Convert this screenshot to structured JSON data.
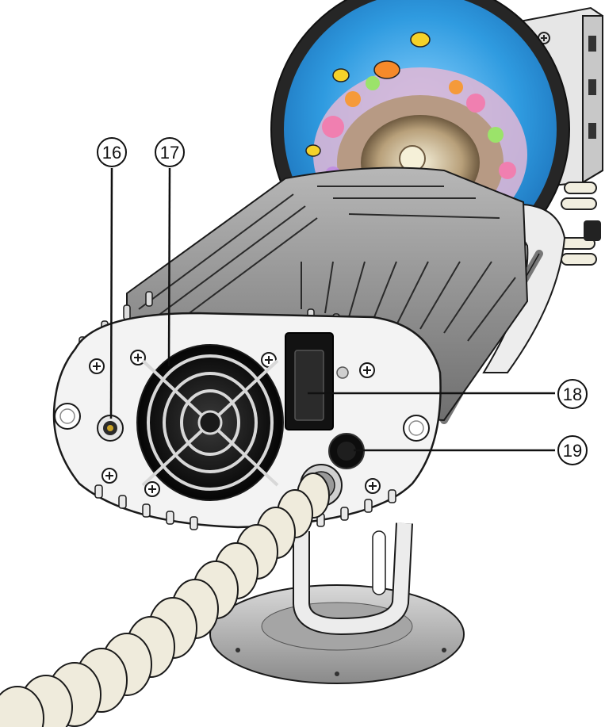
{
  "figure": {
    "callouts": [
      {
        "id": "callout-16",
        "label": "16"
      },
      {
        "id": "callout-17",
        "label": "17"
      },
      {
        "id": "callout-18",
        "label": "18"
      },
      {
        "id": "callout-19",
        "label": "19"
      }
    ]
  },
  "colors": {
    "outline": "#1a1a1a",
    "housing": "#8f8f8f",
    "faceplate": "#f2f2f2",
    "cable": "#ece9dc",
    "wheel_water": "#2f9be0",
    "wheel_rim": "#262626",
    "base": "#bdbdbd"
  }
}
